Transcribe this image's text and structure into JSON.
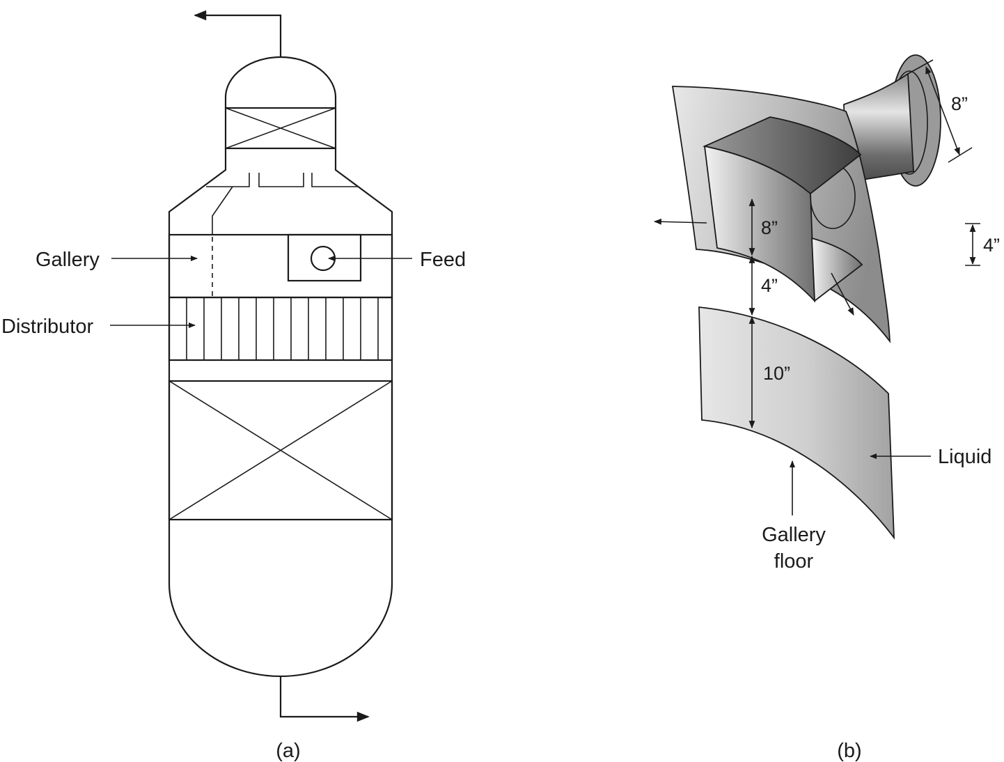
{
  "panel_a": {
    "caption": "(a)",
    "labels": {
      "gallery": "Gallery",
      "feed": "Feed",
      "distributor": "Distributor"
    }
  },
  "panel_b": {
    "caption": "(b)",
    "dimensions": {
      "nozzle_diameter": "8”",
      "side_height": "4”",
      "baffle_height": "8”",
      "gap_height": "4”",
      "floor_height": "10”"
    },
    "labels": {
      "liquid": "Liquid",
      "gallery_floor_line1": "Gallery",
      "gallery_floor_line2": "floor"
    }
  }
}
